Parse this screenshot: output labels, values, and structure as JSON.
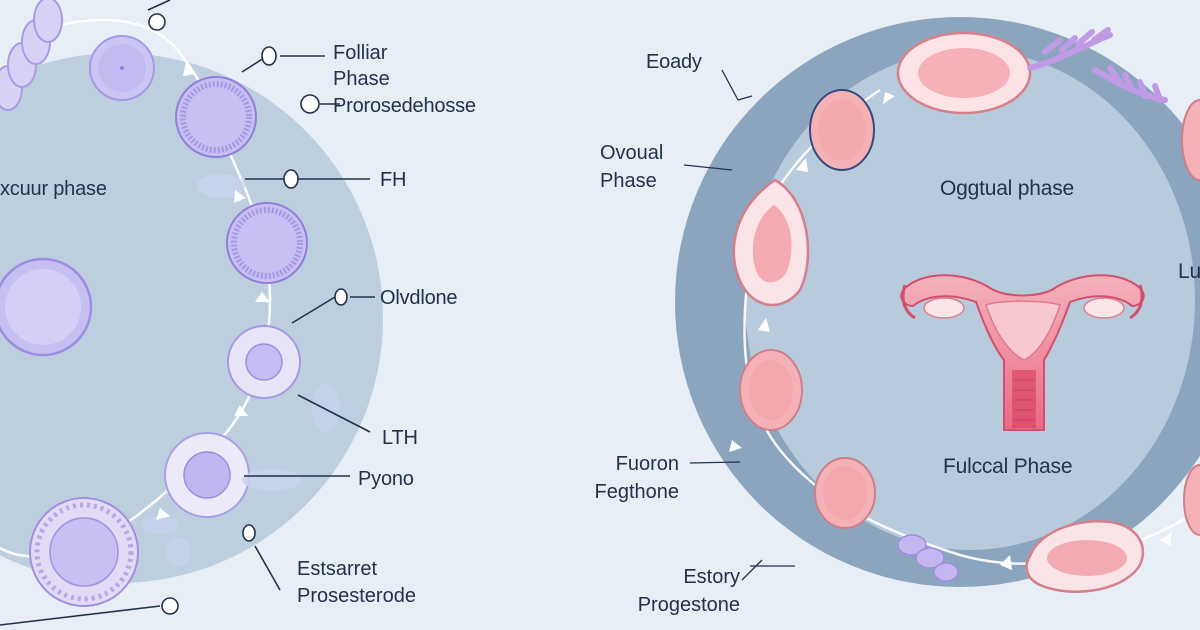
{
  "left_panel": {
    "phase_label": "xcuur phase",
    "labels": {
      "follicular_line1": "Folliar",
      "follicular_line2": "Phase",
      "prorosedehosse": "Prorosedehosse",
      "fh": "FH",
      "olvdlone": "Olvdlone",
      "lth": "LTH",
      "pyono": "Pyono",
      "estsarret_line1": "Estsarret",
      "estsarret_line2": "Prosesterode"
    }
  },
  "right_panel": {
    "labels": {
      "eoady": "Eoady",
      "ovoual_line1": "Ovoual",
      "ovoual_line2": "Phase",
      "fuoron_line1": "Fuoron",
      "fuoron_line2": "Fegthone",
      "estory_line1": "Estory",
      "estory_line2": "Progestone",
      "oggtual_phase": "Oggtual phase",
      "fulccal_phase": "Fulccal Phase",
      "lu_cut": "Lu"
    }
  },
  "colors": {
    "background": "#e7eef6",
    "left_circle": "#b7c9db",
    "right_circle": "#8ea7bf",
    "cell_purple": "#c9c4ee",
    "cell_outline": "#9d90db",
    "cell_pink": "#f6c4c7",
    "cell_pink_outline": "#d98e97",
    "uterus_pink": "#f08a9a",
    "text": "#22324a"
  }
}
